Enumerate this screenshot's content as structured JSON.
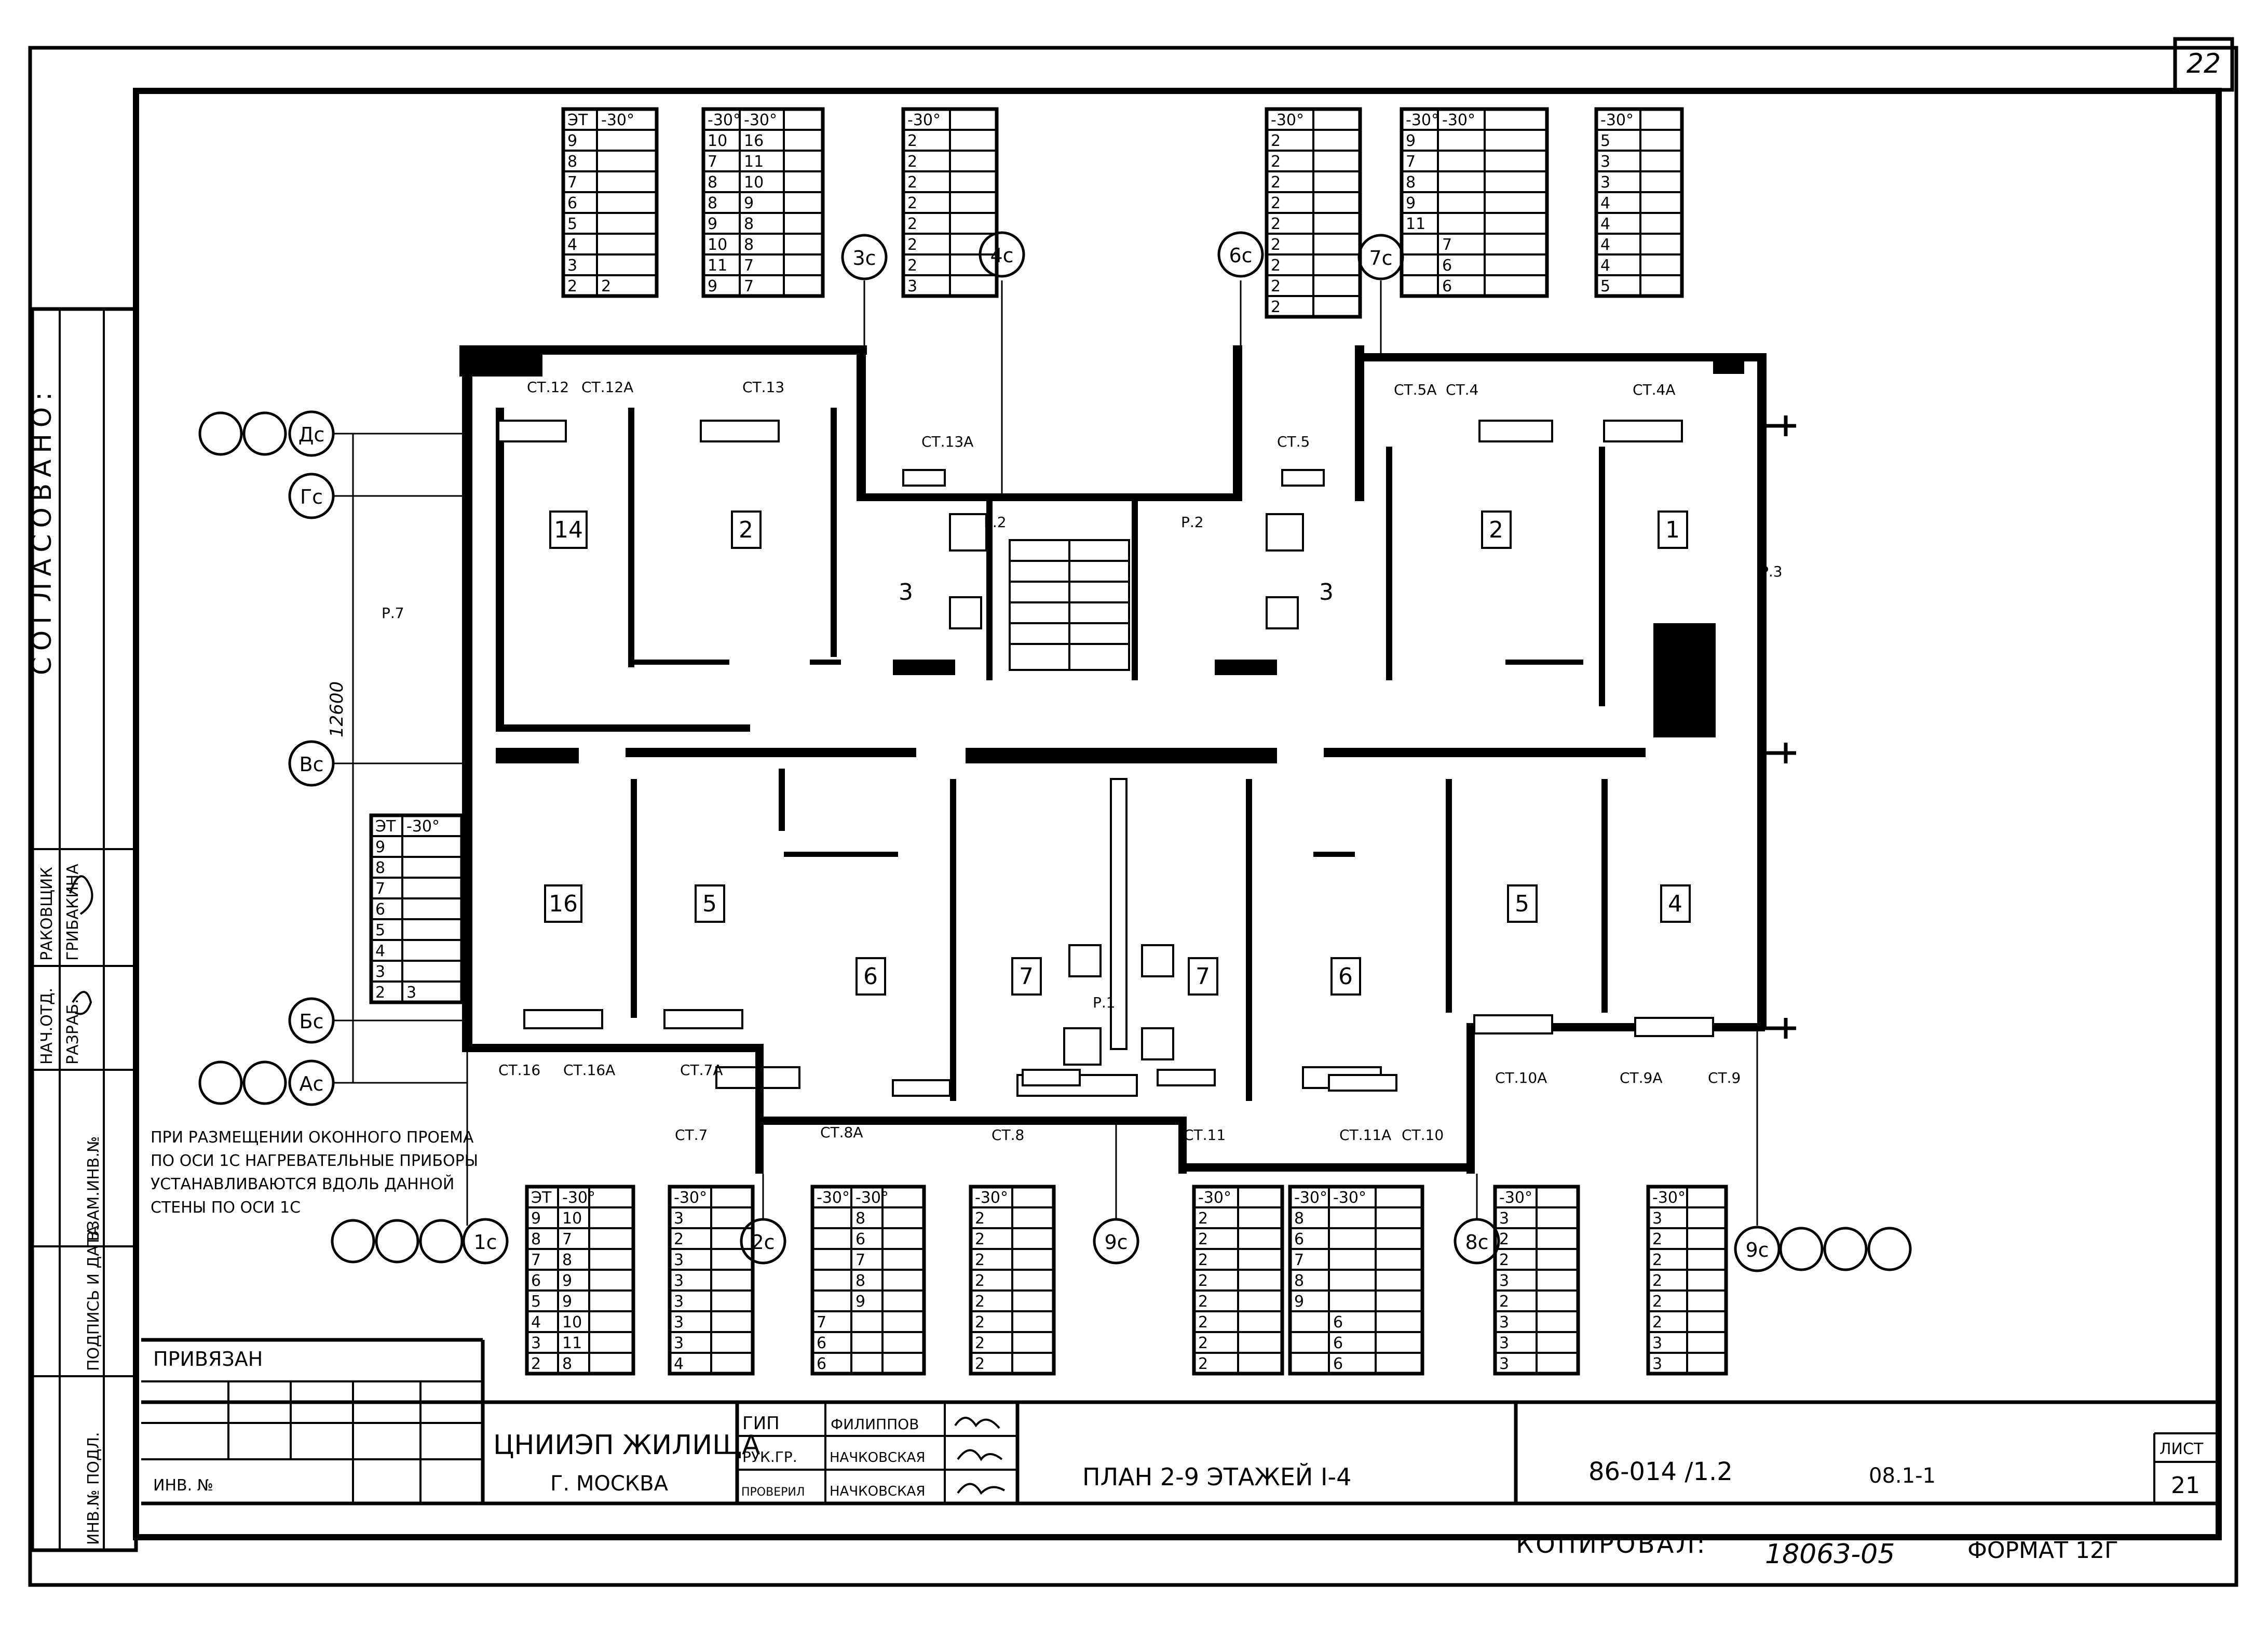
{
  "sheet": {
    "number": "22",
    "approval": "СОГЛАСОВАНО:",
    "side_roles": [
      "НАЧ.ОТД.",
      "РАЗРАБ."
    ],
    "side_names": [
      "РАКОВЩИК",
      "ГРИБАКИНА"
    ],
    "side_stamp": [
      "ИНВ.№ ПОДЛ.",
      "ПОДПИСЬ И ДАТА",
      "ВЗАМ.ИНВ.№"
    ],
    "linked": "ПРИВЯЗАН",
    "inv": "ИНВ. №",
    "org": "ЦНИИЭП ЖИЛИЩА",
    "city": "Г. МОСКВА",
    "roles": [
      "ГИП",
      "РУК.ГР.",
      "ПРОВЕРИЛ"
    ],
    "names": [
      "ФИЛИППОВ",
      "НАЧКОВСКАЯ",
      "НАЧКОВСКАЯ"
    ],
    "title": "ПЛАН 2-9 ЭТАЖЕЙ I-4",
    "code": "86-014 /1.2",
    "code2": "08.1-1",
    "list_label": "ЛИСТ",
    "list_num": "21",
    "copied_label": "КОПИРОВАЛ:",
    "copied_num": "18063-05",
    "format": "ФОРМАТ 12Г"
  },
  "axes": {
    "top": [
      "3с",
      "4с",
      "6с",
      "7с"
    ],
    "left": [
      "Дс",
      "Гс",
      "Вс",
      "Бс",
      "Ас"
    ],
    "bottom": [
      "1с",
      "2с",
      "9с",
      "8с",
      "9с"
    ],
    "dimension": "12600"
  },
  "rooms": [
    "14",
    "2",
    "3",
    "3",
    "2",
    "1",
    "16",
    "5",
    "6",
    "7",
    "7",
    "6",
    "5",
    "4"
  ],
  "risers": [
    "СТ.12",
    "СТ.12А",
    "СТ.13",
    "СТ.13А",
    "СТ.5",
    "СТ.5А",
    "СТ.4",
    "СТ.4А",
    "СТ.16",
    "СТ.16А",
    "СТ.7А",
    "СТ.7",
    "СТ.8А",
    "СТ.8",
    "СТ.11",
    "СТ.11А",
    "СТ.10",
    "СТ.10А",
    "СТ.9А",
    "СТ.9"
  ],
  "pipes": [
    "Р.7",
    "Р.2",
    "Р.2",
    "Р.3",
    "Р.1"
  ],
  "note": [
    "ПРИ РАЗМЕЩЕНИИ ОКОННОГО ПРОЕМА",
    "ПО ОСИ 1С НАГРЕВАТЕЛЬНЫЕ ПРИБОРЫ",
    "УСТАНАВЛИВАЮТСЯ ВДОЛЬ ДАННОЙ",
    "СТЕНЫ ПО ОСИ 1С"
  ],
  "tables": {
    "t1": {
      "head": [
        "ЭТ",
        "-30°"
      ],
      "rows": [
        [
          "9",
          ""
        ],
        [
          "8",
          ""
        ],
        [
          "7",
          ""
        ],
        [
          "6",
          ""
        ],
        [
          "5",
          ""
        ],
        [
          "4",
          ""
        ],
        [
          "3",
          ""
        ],
        [
          "2",
          "2"
        ]
      ]
    },
    "t2": {
      "head": [
        "-30°",
        "-30°"
      ],
      "rows": [
        [
          "10",
          "16"
        ],
        [
          "7",
          "11"
        ],
        [
          "8",
          "10"
        ],
        [
          "8",
          "9"
        ],
        [
          "9",
          "8"
        ],
        [
          "10",
          "8"
        ],
        [
          "11",
          "7"
        ],
        [
          "9",
          "7"
        ]
      ]
    },
    "t3": {
      "head": [
        "-30°"
      ],
      "rows": [
        [
          "2"
        ],
        [
          "2"
        ],
        [
          "2"
        ],
        [
          "2"
        ],
        [
          "2"
        ],
        [
          "2"
        ],
        [
          "2"
        ],
        [
          "3"
        ]
      ]
    },
    "t4": {
      "head": [
        "-30°"
      ],
      "rows": [
        [
          "2"
        ],
        [
          "2"
        ],
        [
          "2"
        ],
        [
          "2"
        ],
        [
          "2"
        ],
        [
          "2"
        ],
        [
          "2"
        ],
        [
          "2"
        ],
        [
          "2"
        ]
      ]
    },
    "t5": {
      "head": [
        "-30°",
        "-30°"
      ],
      "rows": [
        [
          "9",
          ""
        ],
        [
          "7",
          ""
        ],
        [
          "8",
          ""
        ],
        [
          "9",
          ""
        ],
        [
          "11",
          ""
        ],
        [
          "",
          "7"
        ],
        [
          "",
          "6"
        ],
        [
          "",
          "6"
        ]
      ]
    },
    "t6": {
      "head": [
        "-30°"
      ],
      "rows": [
        [
          "5"
        ],
        [
          "3"
        ],
        [
          "3"
        ],
        [
          "4"
        ],
        [
          "4"
        ],
        [
          "4"
        ],
        [
          "4"
        ],
        [
          "5"
        ]
      ]
    },
    "t7": {
      "head": [
        "ЭТ",
        "-30°"
      ],
      "rows": [
        [
          "9",
          ""
        ],
        [
          "8",
          ""
        ],
        [
          "7",
          ""
        ],
        [
          "6",
          ""
        ],
        [
          "5",
          ""
        ],
        [
          "4",
          ""
        ],
        [
          "3",
          ""
        ],
        [
          "2",
          "3"
        ]
      ]
    },
    "b1": {
      "head": [
        "ЭТ",
        "-30°"
      ],
      "rows": [
        [
          "9",
          "10"
        ],
        [
          "8",
          "7"
        ],
        [
          "7",
          "8"
        ],
        [
          "6",
          "9"
        ],
        [
          "5",
          "9"
        ],
        [
          "4",
          "10"
        ],
        [
          "3",
          "11"
        ],
        [
          "2",
          "8"
        ]
      ]
    },
    "b2": {
      "head": [
        "-30°"
      ],
      "rows": [
        [
          "3"
        ],
        [
          "2"
        ],
        [
          "3"
        ],
        [
          "3"
        ],
        [
          "3"
        ],
        [
          "3"
        ],
        [
          "3"
        ],
        [
          "4"
        ]
      ]
    },
    "b3": {
      "head": [
        "-30°",
        "-30°"
      ],
      "rows": [
        [
          "",
          "8"
        ],
        [
          "",
          "6"
        ],
        [
          "",
          "7"
        ],
        [
          "",
          "8"
        ],
        [
          "",
          "9"
        ],
        [
          "7",
          ""
        ],
        [
          "6",
          ""
        ],
        [
          "6",
          ""
        ]
      ]
    },
    "b4": {
      "head": [
        "-30°"
      ],
      "rows": [
        [
          "2"
        ],
        [
          "2"
        ],
        [
          "2"
        ],
        [
          "2"
        ],
        [
          "2"
        ],
        [
          "2"
        ],
        [
          "2"
        ],
        [
          "2"
        ]
      ]
    },
    "b5": {
      "head": [
        "-30°"
      ],
      "rows": [
        [
          "2"
        ],
        [
          "2"
        ],
        [
          "2"
        ],
        [
          "2"
        ],
        [
          "2"
        ],
        [
          "2"
        ],
        [
          "2"
        ],
        [
          "2"
        ]
      ]
    },
    "b6": {
      "head": [
        "-30°",
        "-30°"
      ],
      "rows": [
        [
          "8",
          ""
        ],
        [
          "6",
          ""
        ],
        [
          "7",
          ""
        ],
        [
          "8",
          ""
        ],
        [
          "9",
          ""
        ],
        [
          "",
          "6"
        ],
        [
          "",
          "6"
        ],
        [
          "",
          "6"
        ]
      ]
    },
    "b7": {
      "head": [
        "-30°"
      ],
      "rows": [
        [
          "3"
        ],
        [
          "2"
        ],
        [
          "2"
        ],
        [
          "3"
        ],
        [
          "2"
        ],
        [
          "3"
        ],
        [
          "3"
        ],
        [
          "3"
        ]
      ]
    },
    "b8": {
      "head": [
        "-30°"
      ],
      "rows": [
        [
          "3"
        ],
        [
          "2"
        ],
        [
          "2"
        ],
        [
          "2"
        ],
        [
          "2"
        ],
        [
          "2"
        ],
        [
          "3"
        ],
        [
          "3"
        ]
      ]
    }
  }
}
